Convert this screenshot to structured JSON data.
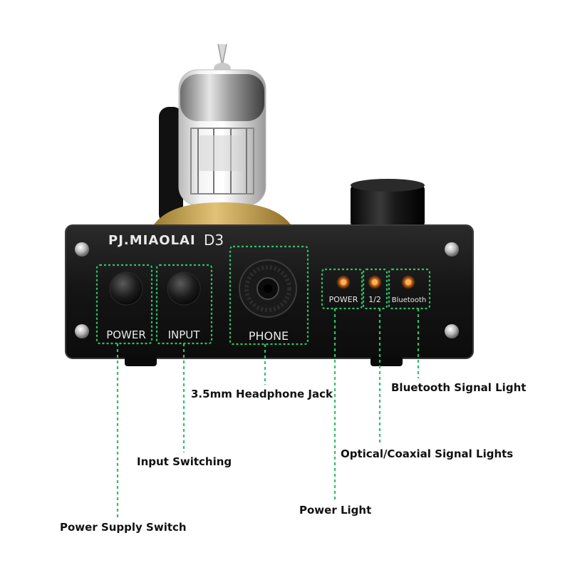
{
  "product": {
    "brand": "PJ.MIAOLAI",
    "model": "D3"
  },
  "panel_labels": {
    "power": "POWER",
    "input": "INPUT",
    "phone": "PHONE",
    "led_power": "POWER",
    "led_half": "1/2",
    "led_bluetooth": "Bluetooth"
  },
  "callouts": {
    "bluetooth_signal_light": "Bluetooth Signal Light",
    "headphone_jack": "3.5mm Headphone Jack",
    "optical_coaxial": "Optical/Coaxial Signal Lights",
    "input_switching": "Input Switching",
    "power_light": "Power Light",
    "power_supply_switch": "Power Supply Switch"
  },
  "colors": {
    "annotation_green": "#2fbf6a",
    "chassis": "#151515",
    "led_orange": "#ff7a1a",
    "base_gold": "#c9a24a"
  }
}
